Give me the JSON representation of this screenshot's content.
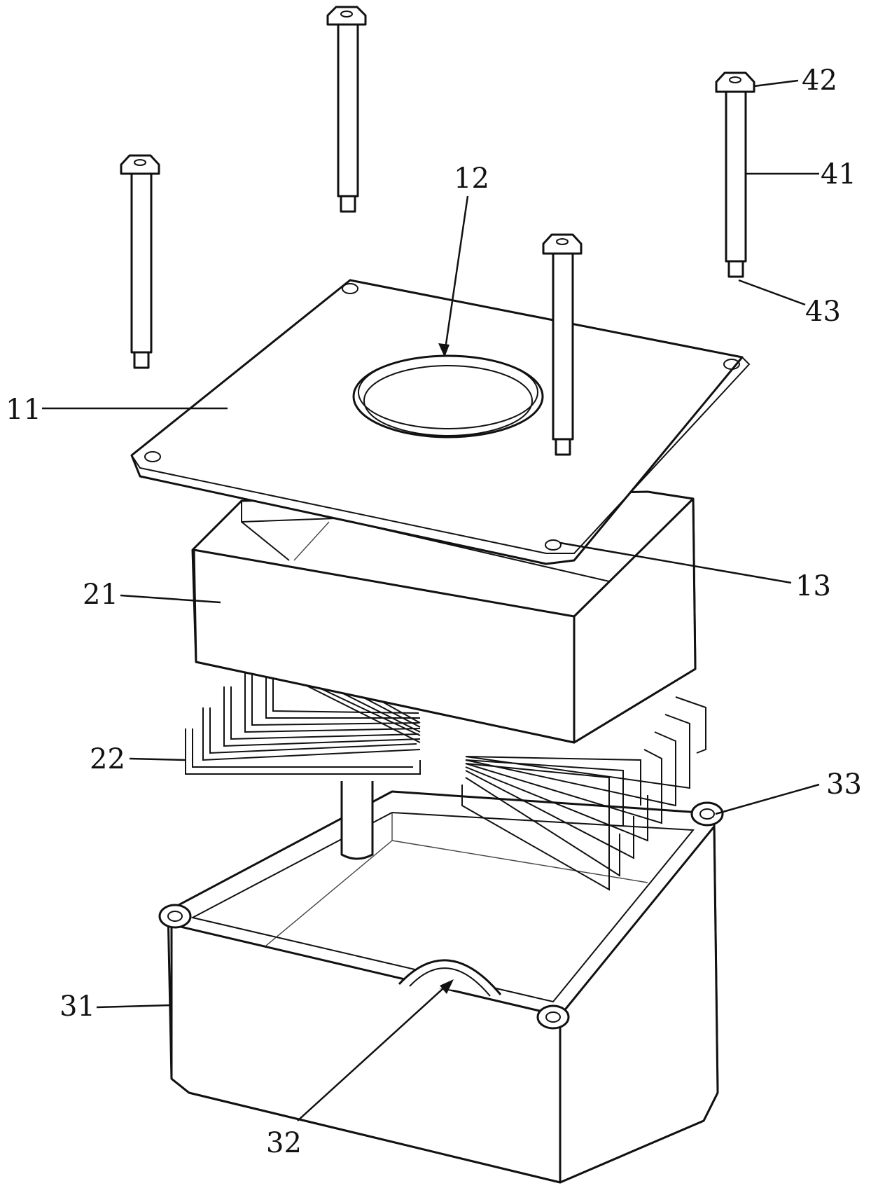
{
  "labels": {
    "l11": "11",
    "l12": "12",
    "l13": "13",
    "l21": "21",
    "l22": "22",
    "l31": "31",
    "l32": "32",
    "l33": "33",
    "l41": "41",
    "l42": "42",
    "l43": "43"
  }
}
